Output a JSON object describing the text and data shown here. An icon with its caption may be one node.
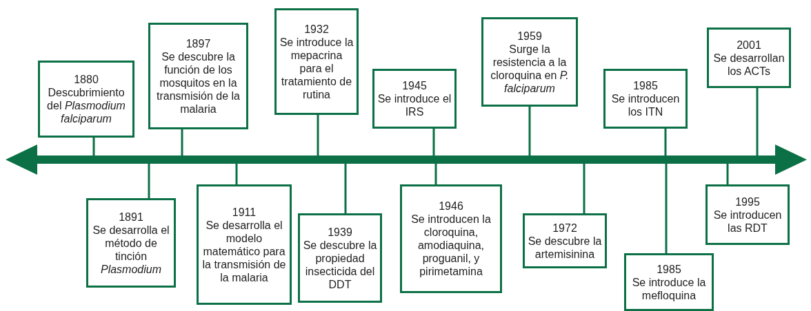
{
  "diagram": {
    "nodes": [
      {
        "text": [
          "1880",
          "Descubrimiento del *Plasmodium falciparum*"
        ]
      },
      {
        "text": [
          "1891",
          "Se desarrolla el método de tinción *Plasmodium*"
        ]
      },
      {
        "text": [
          "1897",
          "Se descubre la función de los mosquitos en la transmisión de la malaria"
        ]
      },
      {
        "text": [
          "1911",
          "Se desarrolla el modelo matemático para la transmisión de la malaria"
        ]
      },
      {
        "text": [
          "1932",
          "Se introduce la mepacrina para el tratamiento de rutina"
        ]
      },
      {
        "text": [
          "1939",
          "Se descubre la propiedad insecticida del DDT"
        ]
      },
      {
        "text": [
          "1945",
          "Se introduce el IRS"
        ]
      },
      {
        "text": [
          "1946",
          "Se introducen la cloroquina, amodiaquina, proguanil, y pirimetamina"
        ]
      },
      {
        "text": [
          "1959",
          "Surge la resistencia a la cloroquina en *P. falciparum*"
        ]
      },
      {
        "text": [
          "1972",
          "Se descubre la artemisinina"
        ]
      },
      {
        "text": [
          "1985",
          "Se introducen los ITN"
        ]
      },
      {
        "text": [
          "1985",
          "Se introduce la mefloquina"
        ]
      },
      {
        "text": [
          "1995",
          "Se introducen las RDT"
        ]
      },
      {
        "text": [
          "2001",
          "Se desarrollan los ACTs"
        ]
      },
      {
        "text": [],
        "shape": "arrow"
      }
    ],
    "edges": [
      {
        "from": 0,
        "to": 14,
        "arrow": "none"
      },
      {
        "from": 1,
        "to": 14,
        "arrow": "none"
      },
      {
        "from": 2,
        "to": 14,
        "arrow": "none"
      },
      {
        "from": 3,
        "to": 14,
        "arrow": "none"
      },
      {
        "from": 4,
        "to": 14,
        "arrow": "none"
      },
      {
        "from": 5,
        "to": 14,
        "arrow": "none"
      },
      {
        "from": 6,
        "to": 14,
        "arrow": "none"
      },
      {
        "from": 7,
        "to": 14,
        "arrow": "none"
      },
      {
        "from": 8,
        "to": 14,
        "arrow": "none"
      },
      {
        "from": 9,
        "to": 14,
        "arrow": "none"
      },
      {
        "from": 10,
        "to": 14,
        "arrow": "none"
      },
      {
        "from": 11,
        "to": 14,
        "arrow": "none"
      },
      {
        "from": 12,
        "to": 14,
        "arrow": "none"
      },
      {
        "from": 13,
        "to": 14,
        "arrow": "none"
      }
    ]
  }
}
